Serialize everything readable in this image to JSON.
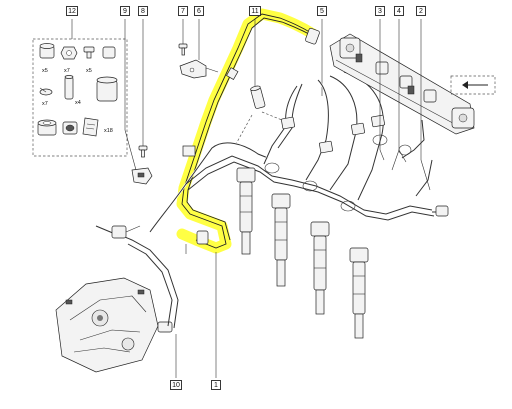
{
  "diagram": {
    "callouts": [
      {
        "id": "12",
        "label": "12"
      },
      {
        "id": "9",
        "label": "9"
      },
      {
        "id": "8",
        "label": "8"
      },
      {
        "id": "7",
        "label": "7"
      },
      {
        "id": "6",
        "label": "6"
      },
      {
        "id": "11",
        "label": "11"
      },
      {
        "id": "5",
        "label": "5"
      },
      {
        "id": "3",
        "label": "3"
      },
      {
        "id": "4",
        "label": "4"
      },
      {
        "id": "2",
        "label": "2"
      },
      {
        "id": "10",
        "label": "10"
      },
      {
        "id": "1",
        "label": "1"
      }
    ],
    "kit_quantities": {
      "q1": "x5",
      "q2": "x7",
      "q3": "x5",
      "q4": "x7",
      "q5": "x4",
      "q6": "x18"
    },
    "highlight_color": "#ffff3a",
    "line_color": "#222222"
  }
}
